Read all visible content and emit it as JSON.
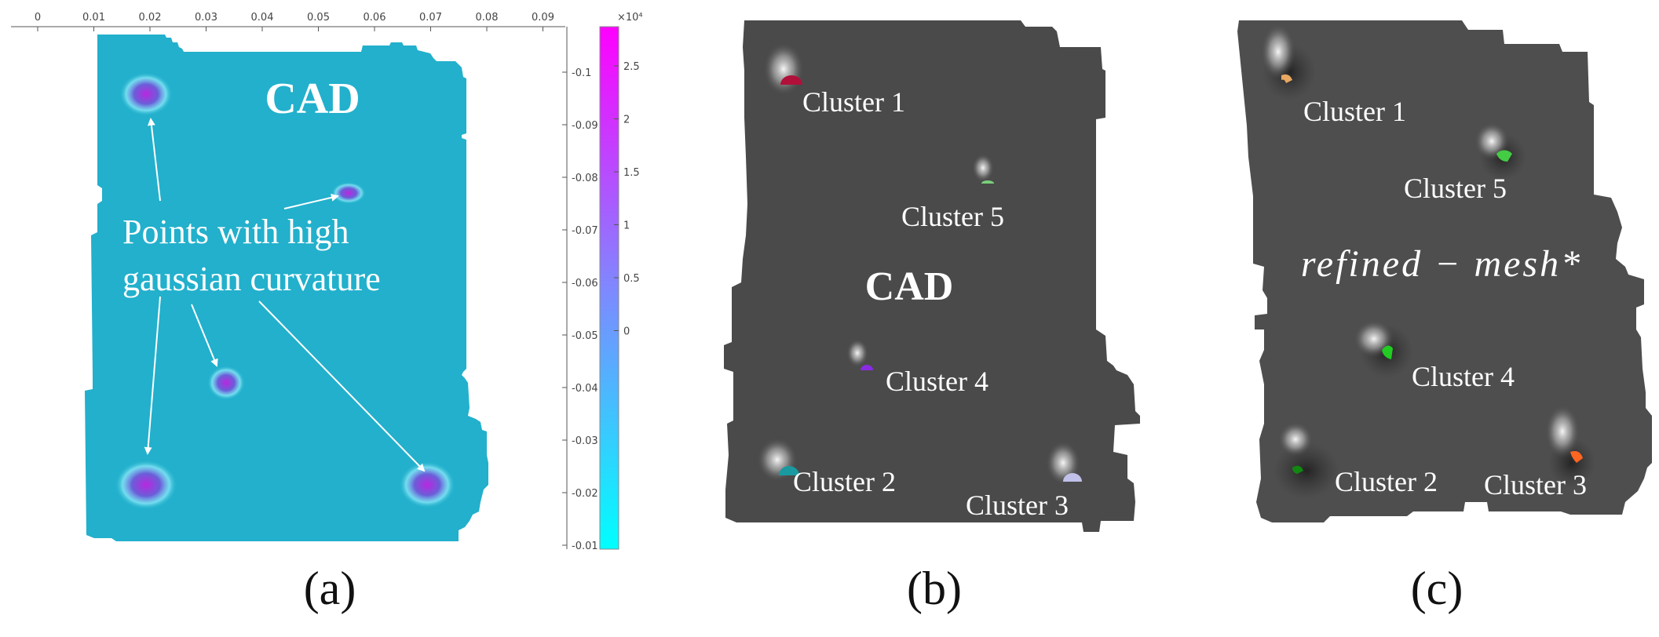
{
  "panels": [
    {
      "id": "a",
      "caption": "(a)",
      "title": "CAD",
      "annotation_line1": "Points with high",
      "annotation_line2": "gaussian curvature",
      "surface_color": "#22b0cc",
      "x_axis_ticks": [
        "0",
        "0.01",
        "0.02",
        "0.03",
        "0.04",
        "0.05",
        "0.06",
        "0.07",
        "0.08",
        "0.09"
      ],
      "y_axis_ticks": [
        "-0.1",
        "-0.09",
        "-0.08",
        "-0.07",
        "-0.06",
        "-0.05",
        "-0.04",
        "-0.03",
        "-0.02",
        "-0.01"
      ],
      "colorbar": {
        "exponent_label": "×10⁴",
        "tick_labels": [
          "2.5",
          "2",
          "1.5",
          "1",
          "0.5",
          "0"
        ],
        "color_top": "#ff00ff",
        "color_bottom": "#00ffff"
      }
    },
    {
      "id": "b",
      "caption": "(b)",
      "title": "CAD",
      "surface_color": "#4a4a4a",
      "clusters": [
        {
          "label": "Cluster 1",
          "color": "#b0103a"
        },
        {
          "label": "Cluster 5",
          "color": "#7ad07a"
        },
        {
          "label": "Cluster 4",
          "color": "#8a2be2"
        },
        {
          "label": "Cluster 2",
          "color": "#1a9aa0"
        },
        {
          "label": "Cluster 3",
          "color": "#c0c0e8"
        }
      ]
    },
    {
      "id": "c",
      "caption": "(c)",
      "title": "refined − mesh*",
      "surface_color": "#4e4e4e",
      "clusters": [
        {
          "label": "Cluster 1",
          "color": "#e8a860"
        },
        {
          "label": "Cluster 5",
          "color": "#44cc44"
        },
        {
          "label": "Cluster 4",
          "color": "#22cc22"
        },
        {
          "label": "Cluster 2",
          "color": "#118811"
        },
        {
          "label": "Cluster 3",
          "color": "#ff6622"
        }
      ]
    }
  ]
}
